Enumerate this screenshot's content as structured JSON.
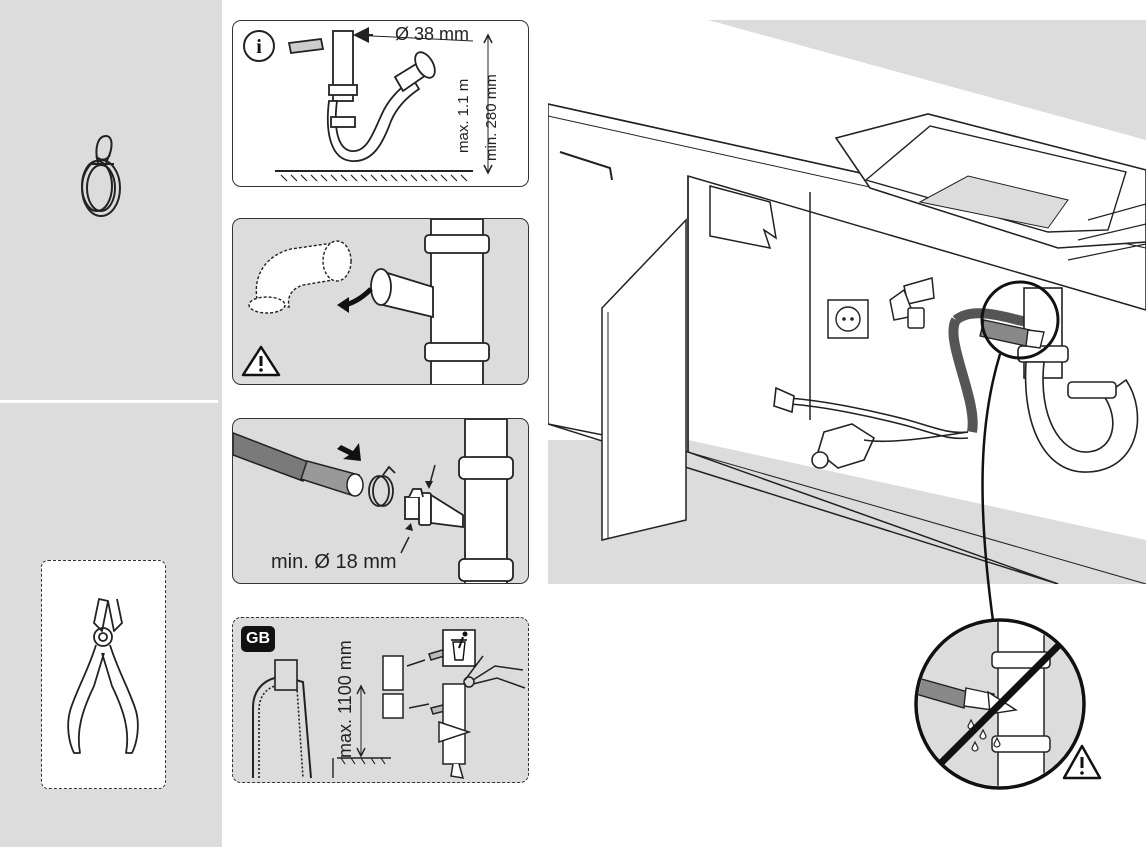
{
  "panels": {
    "info": {
      "icon": "info-icon",
      "diameter_label": "Ø 38 mm",
      "max_height_label": "max. 1.1 m",
      "min_height_label": "min. 280 mm"
    },
    "warning": {
      "icon": "warning-triangle-icon"
    },
    "hose": {
      "min_diameter_label": "min. Ø 18 mm"
    },
    "gb": {
      "badge": "GB",
      "max_height_label": "max. 1100 mm",
      "icon": "dispose-bin-icon"
    }
  },
  "sidebar": {
    "top_item": "hose-clamp-icon",
    "tool_item": "side-cutter-pliers-icon"
  },
  "scene": {
    "items": [
      "kitchen-cabinet",
      "sink",
      "water-tap",
      "power-socket",
      "drain-siphon",
      "drain-hose"
    ],
    "callout": "magnified-connection-no-leak",
    "warning_icon": "warning-triangle-icon"
  },
  "colors": {
    "sidebar_bg": "#dcdcdc",
    "panel_gray": "#dcdcdc",
    "line": "#222222"
  }
}
